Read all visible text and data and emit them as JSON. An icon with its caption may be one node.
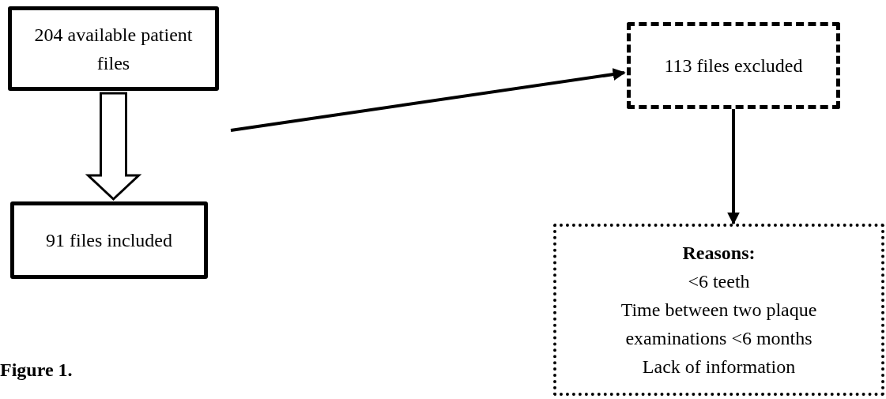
{
  "diagram": {
    "caption": "Figure 1.",
    "nodes": [
      {
        "text": [
          "204 available patient files"
        ]
      },
      {
        "text": [
          "91 files included"
        ]
      },
      {
        "text": [
          "113 files excluded"
        ]
      },
      {
        "text": [
          "Reasons:",
          "<6 teeth",
          "Time between two plaque examinations <6 months",
          "Lack of information"
        ]
      }
    ],
    "edges": [
      {
        "from": 0,
        "to": 1,
        "arrow": "to",
        "style": "thick"
      },
      {
        "from": null,
        "to": 2,
        "arrow": "to"
      },
      {
        "from": 2,
        "to": 3,
        "arrow": "to"
      }
    ]
  }
}
